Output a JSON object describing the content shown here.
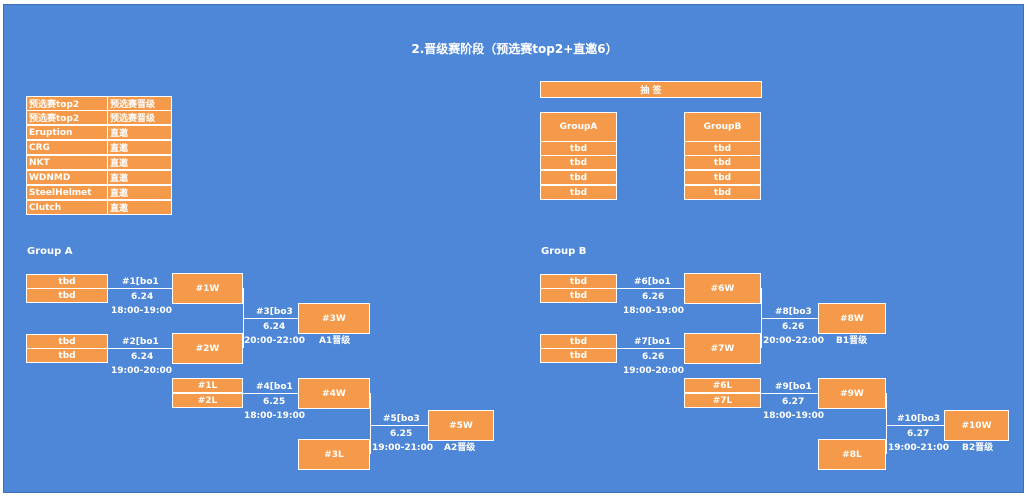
{
  "title": "2.晋级赛阶段（预选赛top2+直邀6）",
  "teams_table": [
    [
      "预选赛top2",
      "预选赛晋级"
    ],
    [
      "预选赛top2",
      "预选赛晋级"
    ],
    [
      "Eruption",
      "直邀"
    ],
    [
      "CRG",
      "直邀"
    ],
    [
      "NKT",
      "直邀"
    ],
    [
      "WDNMD",
      "直邀"
    ],
    [
      "SteelHelmet",
      "直邀"
    ],
    [
      "Clutch",
      "直邀"
    ]
  ],
  "draw": {
    "header": "抽 签",
    "groupA": {
      "label": "GroupA",
      "slots": [
        "tbd",
        "tbd",
        "tbd",
        "tbd"
      ]
    },
    "groupB": {
      "label": "GroupB",
      "slots": [
        "tbd",
        "tbd",
        "tbd",
        "tbd"
      ]
    }
  },
  "groupA": {
    "label": "Group A",
    "teams": [
      "tbd",
      "tbd",
      "tbd",
      "tbd"
    ],
    "boxes": {
      "w1": "#1W",
      "w2": "#2W",
      "w3": "#3W",
      "w4": "#4W",
      "w5": "#5W",
      "l1": "#1L",
      "l2": "#2L",
      "l3": "#3L"
    },
    "matches": [
      {
        "name": "#1[bo1",
        "date": "6.24",
        "time": "18:00-19:00"
      },
      {
        "name": "#2[bo1",
        "date": "6.24",
        "time": "19:00-20:00"
      },
      {
        "name": "#3[bo3",
        "date": "6.24",
        "time": "20:00-22:00"
      },
      {
        "name": "#4[bo1",
        "date": "6.25",
        "time": "18:00-19:00"
      },
      {
        "name": "#5[bo3",
        "date": "6.25",
        "time": "19:00-21:00"
      }
    ],
    "qualify1": "A1晋级",
    "qualify2": "A2晋级"
  },
  "groupB": {
    "label": "Group B",
    "teams": [
      "tbd",
      "tbd",
      "tbd",
      "tbd"
    ],
    "boxes": {
      "w1": "#6W",
      "w2": "#7W",
      "w3": "#8W",
      "w4": "#9W",
      "w5": "#10W",
      "l1": "#6L",
      "l2": "#7L",
      "l3": "#8L"
    },
    "matches": [
      {
        "name": "#6[bo1",
        "date": "6.26",
        "time": "18:00-19:00"
      },
      {
        "name": "#7[bo1",
        "date": "6.26",
        "time": "19:00-20:00"
      },
      {
        "name": "#8[bo3",
        "date": "6.26",
        "time": "20:00-22:00"
      },
      {
        "name": "#9[bo1",
        "date": "6.27",
        "time": "18:00-19:00"
      },
      {
        "name": "#10[bo3",
        "date": "6.27",
        "time": "19:00-21:00"
      }
    ],
    "qualify1": "B1晋级",
    "qualify2": "B2晋级"
  }
}
